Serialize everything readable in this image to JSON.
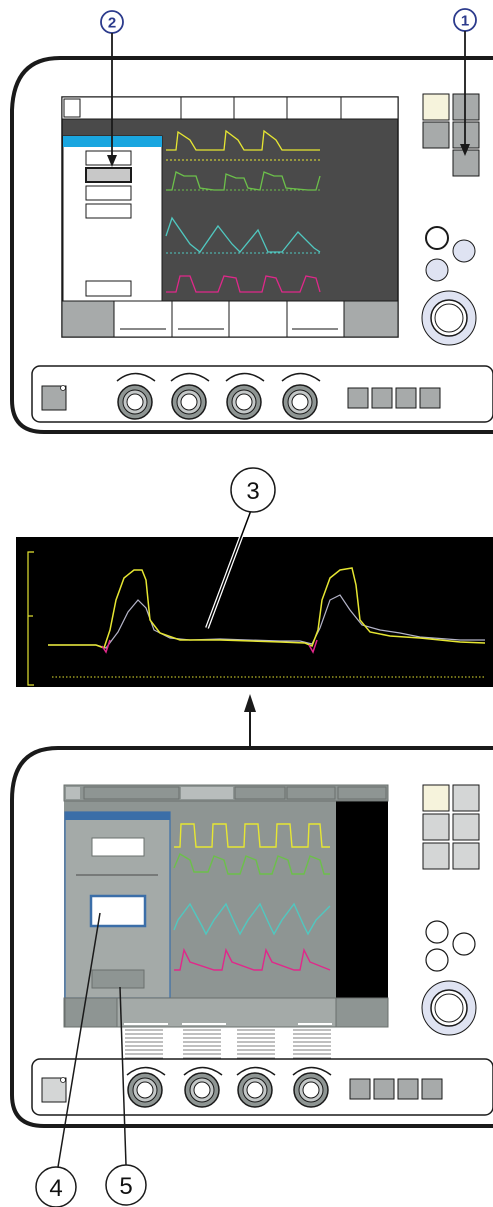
{
  "callouts": {
    "c1": "1",
    "c2": "2",
    "c3": "3",
    "c4": "4",
    "c5": "5"
  },
  "colors": {
    "callout_blue": "#2b3a8c",
    "screen_dark": "#4a4a4a",
    "screen_grey": "#8e9593",
    "popup_header": "#1aa6e0",
    "wave_pressure": "#e6e632",
    "wave_flow": "#6cc04a",
    "wave_volume": "#50c8c0",
    "wave_co2": "#e0288a",
    "button_cream": "#f6f3dc",
    "button_grey": "#a7aaaa"
  },
  "icons": {
    "panel_top": "ventilator-front-panel",
    "panel_bottom": "ventilator-front-panel-dimmed",
    "zoom": "freeze-waveform-view"
  }
}
